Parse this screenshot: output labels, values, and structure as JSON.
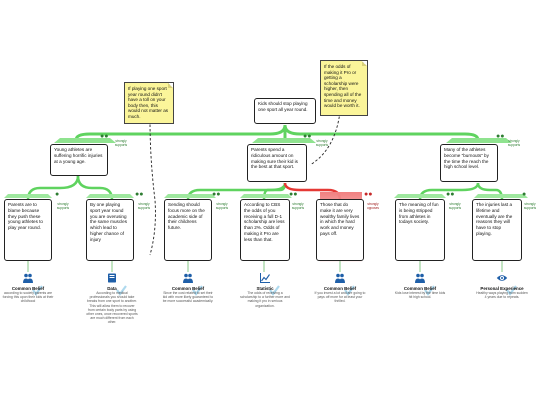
{
  "root": {
    "text": "Kids should stop playing one sport all year round."
  },
  "notes": [
    {
      "text": "If playing one sport year round didn't have a toll on your body then, this would not matter as much."
    },
    {
      "text": "If the odds of making it Pro or getting a scholarship were higher, then spending all of the time and money would be worth it."
    }
  ],
  "reasons": [
    {
      "text": "Young athletes are suffering horrific injuries at a young age.",
      "tag": "strongly supports"
    },
    {
      "text": "Parents spend a ridiculous amount on making sure their kid is the best at that sport.",
      "tag": "strongly supports"
    },
    {
      "text": "Many of the athletes become \"burnouts\" by the time the reach the high school level.",
      "tag": "strongly supports"
    }
  ],
  "claims": [
    {
      "text": "Parents are to blame because they push these young athletes to play year round.",
      "tag": "strongly supports",
      "polarity": "support"
    },
    {
      "text": "By one playing sport year round you are overusing the same muscles which lead to higher chance of injury",
      "tag": "strongly supports",
      "polarity": "support"
    },
    {
      "text": "Sending should focus more on the academic side of their childrens future.",
      "tag": "strongly supports",
      "polarity": "support"
    },
    {
      "text": "According to CBS the odds of you receiving a full D-1 scholarship are less than 2%. Odds of making it Pro are less than that.",
      "tag": "strongly supports",
      "polarity": "support"
    },
    {
      "text": "Those that do make it are very wealthy family lives in which the hard work and money pays off.",
      "tag": "strongly opposes",
      "polarity": "oppose"
    },
    {
      "text": "The meaning of fun is being stripped from athletes in todays society.",
      "tag": "strongly supports",
      "polarity": "support"
    },
    {
      "text": "The injuries last a lifetime and eventually are the reasons they will have to stop playing.",
      "tag": "strongly supports",
      "polarity": "support"
    }
  ],
  "evidence": [
    {
      "icon": "people-icon",
      "title": "Common Belief",
      "desc": "according to society parents are forcing this upon their kids at their childhood"
    },
    {
      "icon": "book-icon",
      "title": "Data",
      "desc": "According to medical professionals you should take breaks from one sport to another. This will allow them to recover from certain body parts by using other ones, once recovered sports are much different from each other."
    },
    {
      "icon": "people-icon",
      "title": "Common Belief",
      "desc": "Since the cost related to set their kid with more likely guaranteed to be more successful academically."
    },
    {
      "icon": "chart-icon",
      "title": "Statistic",
      "desc": "The odds of receiving a scholarship to a further more and making it pro in serious organization."
    },
    {
      "icon": "people-icon",
      "title": "Common Belief",
      "desc": "If you invest a lot and are going to pays off more for at least your thrilled."
    },
    {
      "icon": "people-icon",
      "title": "Common Belief",
      "desc": "Kids lose interest by the time kids hit high school."
    },
    {
      "icon": "eye-icon",
      "title": "Personal Experience",
      "desc": "Healthy ways playing from sudden 4 years due to repeats."
    }
  ],
  "colors": {
    "support": "#5fd35f",
    "oppose": "#e53935",
    "note": "#fbf59a",
    "evidence_icon": "#1f5fa8"
  }
}
